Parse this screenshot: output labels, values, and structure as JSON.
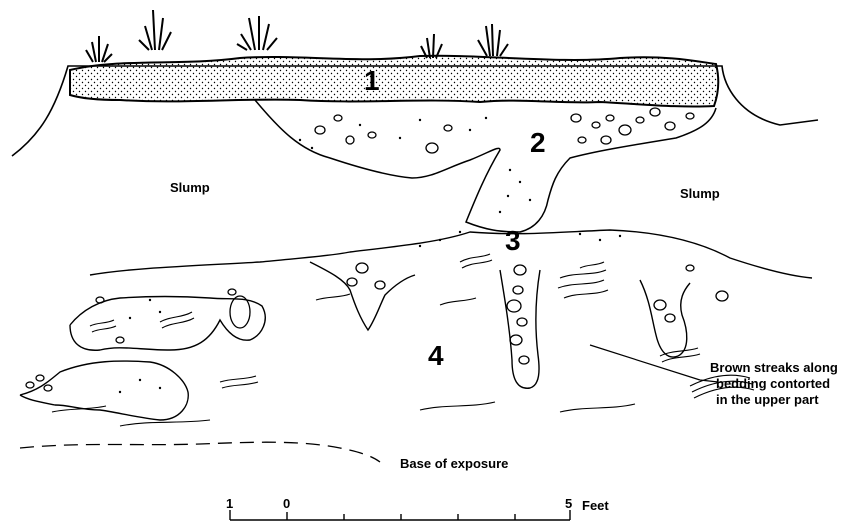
{
  "units": {
    "u1": "1",
    "u2": "2",
    "u3": "3",
    "u4": "4"
  },
  "labels": {
    "slump_left": "Slump",
    "slump_right": "Slump",
    "brown_line1": "Brown streaks along",
    "brown_line2": "bedding contorted",
    "brown_line3": "in the upper part",
    "base": "Base of exposure"
  },
  "scale_bar": {
    "ticks": [
      "1",
      "0",
      "5"
    ],
    "unit": "Feet"
  }
}
